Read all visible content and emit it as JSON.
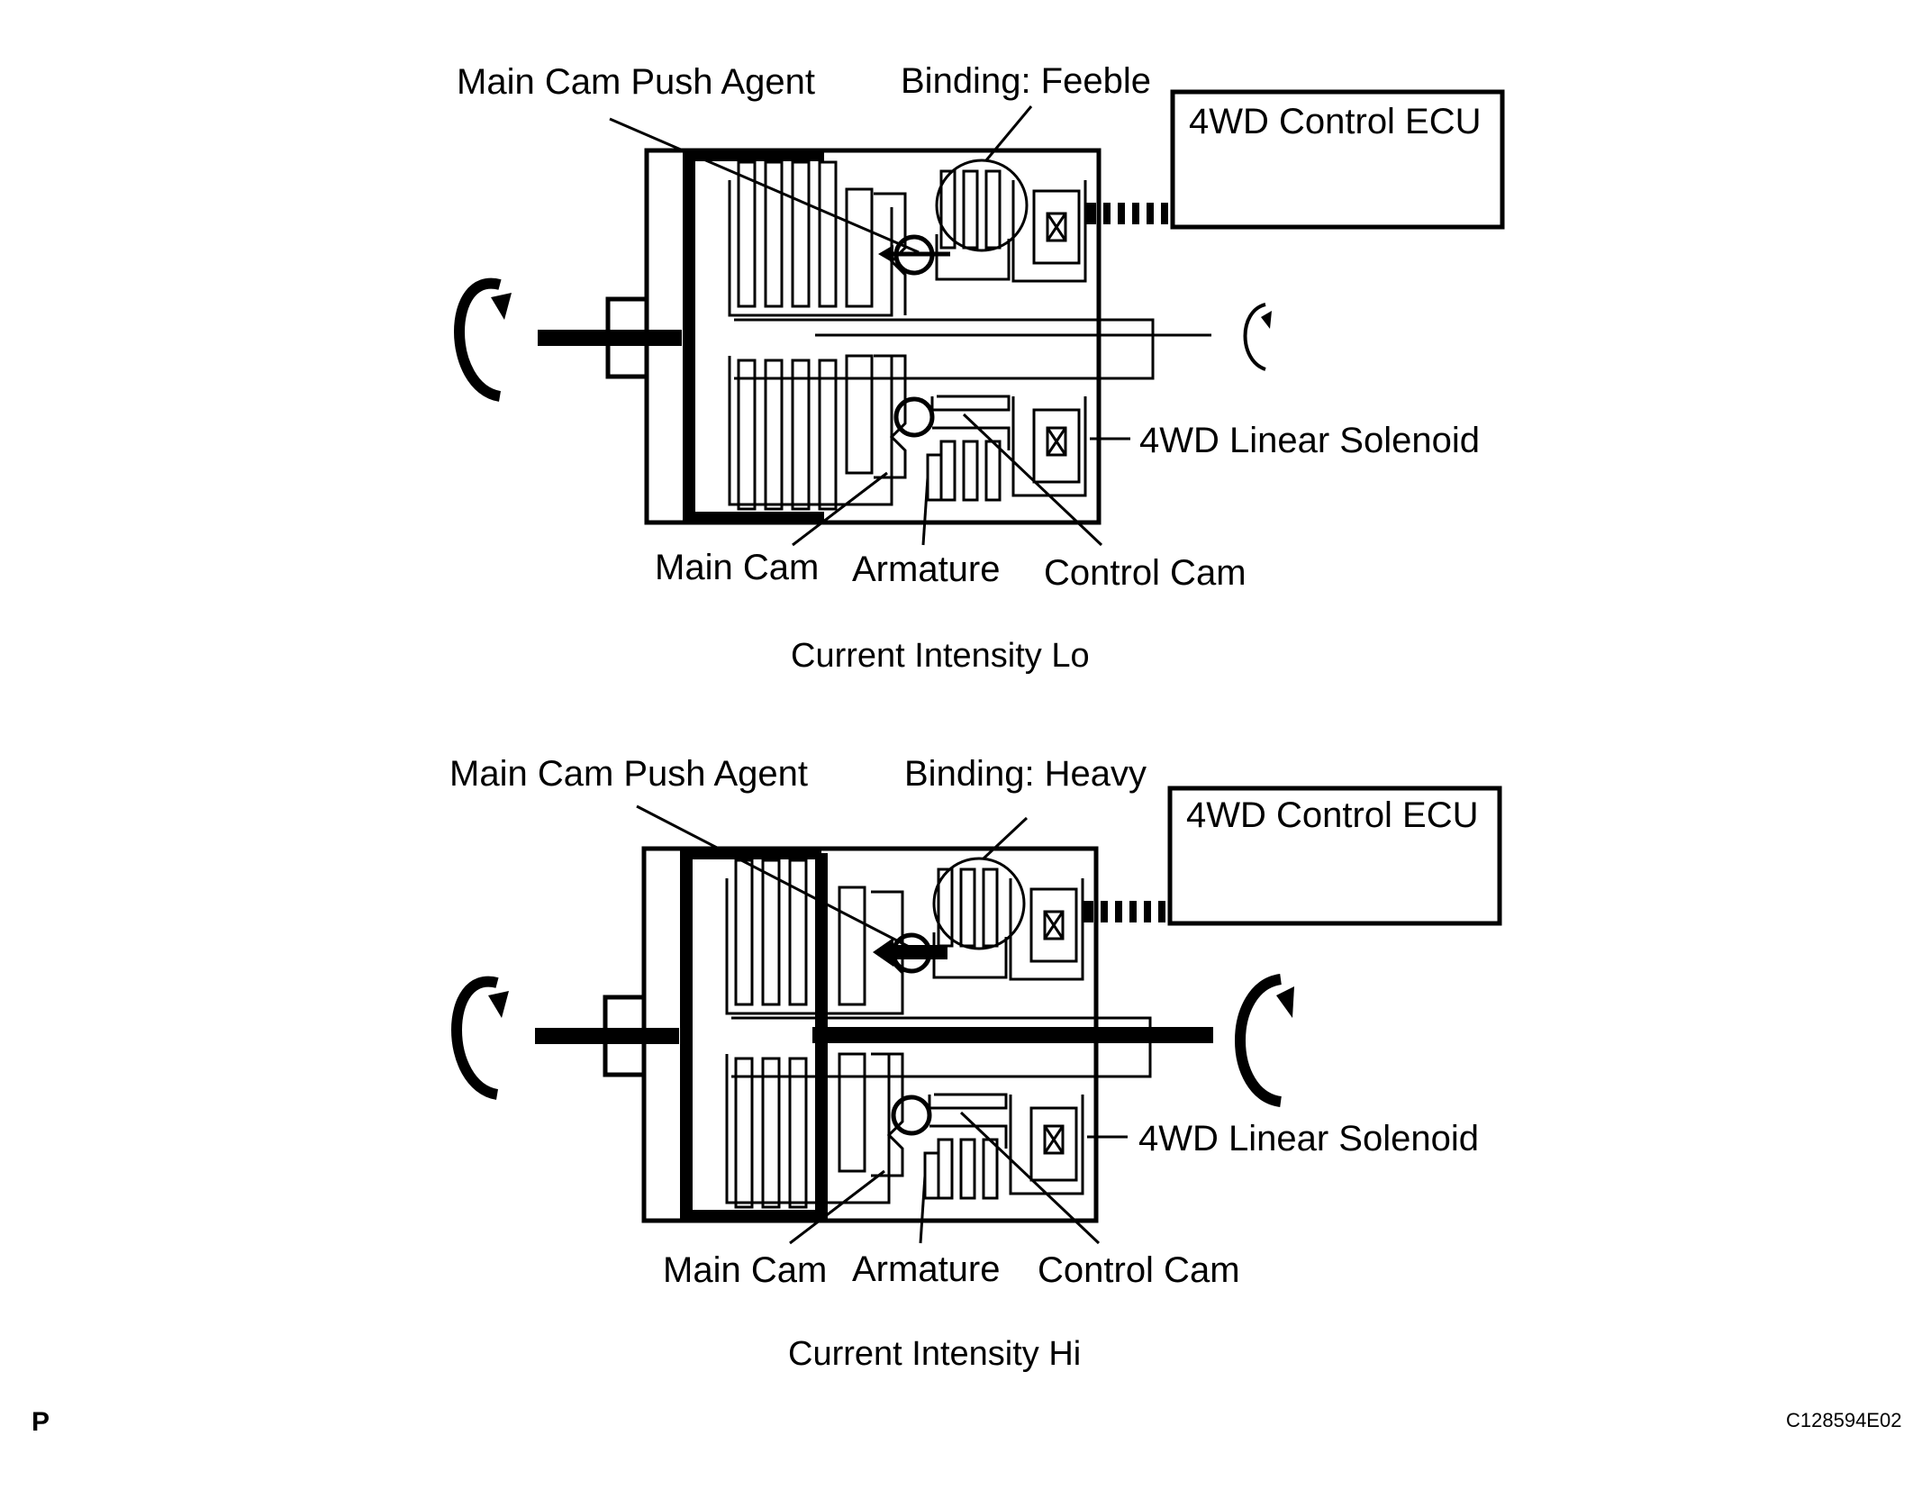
{
  "panels": [
    {
      "id": "lo",
      "caption": "Current Intensity Lo",
      "labels": {
        "push_agent": "Main Cam Push Agent",
        "binding": "Binding: Feeble",
        "ecu": "4WD Control ECU",
        "solenoid": "4WD Linear Solenoid",
        "main_cam": "Main Cam",
        "armature": "Armature",
        "control_cam": "Control Cam"
      }
    },
    {
      "id": "hi",
      "caption": "Current Intensity Hi",
      "labels": {
        "push_agent": "Main Cam Push Agent",
        "binding": "Binding: Heavy",
        "ecu": "4WD Control ECU",
        "solenoid": "4WD Linear Solenoid",
        "main_cam": "Main Cam",
        "armature": "Armature",
        "control_cam": "Control Cam"
      }
    }
  ],
  "footer": {
    "section_mark": "P",
    "figure_code": "C128594E02"
  }
}
